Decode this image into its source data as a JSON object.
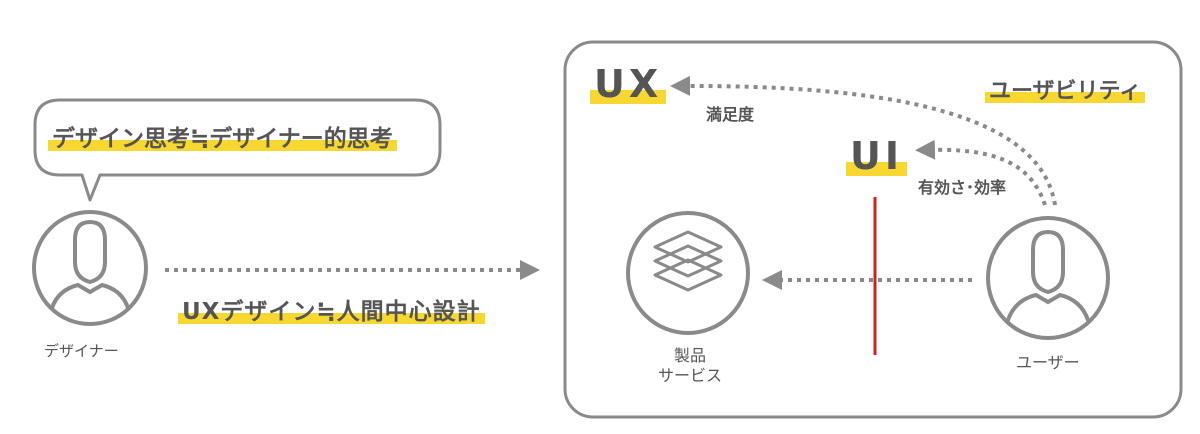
{
  "speech_bubble": {
    "text": "デザイン思考≒デザイナー的思考"
  },
  "designer": {
    "label": "デザイナー"
  },
  "arrow_main": {
    "label": "UXデザイン≒人間中心設計"
  },
  "ux": {
    "label": "UX",
    "sub": "満足度"
  },
  "usability": {
    "label": "ユーザビリティ"
  },
  "ui": {
    "label": "UI",
    "sub": "有効さ･効率"
  },
  "product": {
    "label_line1": "製品",
    "label_line2": "サービス"
  },
  "user": {
    "label": "ユーザー"
  },
  "colors": {
    "highlight": "#f8d830",
    "stroke": "#8a8a8a",
    "divider": "#d62020",
    "text": "#555555"
  }
}
